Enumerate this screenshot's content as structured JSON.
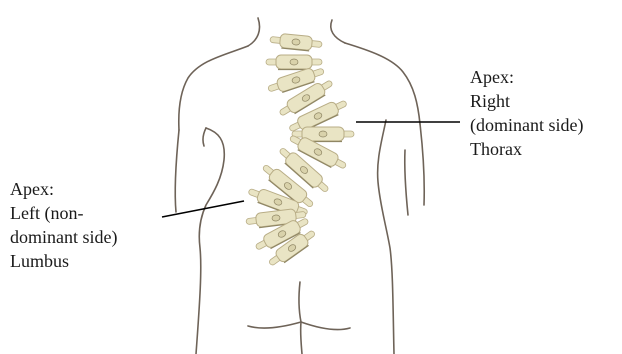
{
  "labels": {
    "right_apex": {
      "lines": [
        "Apex:",
        "Right",
        "(dominant side)",
        "Thorax"
      ]
    },
    "left_apex": {
      "lines": [
        "Apex:",
        "Left (non-",
        "dominant side)",
        "Lumbus"
      ]
    }
  },
  "colors": {
    "outline": "#6e6358",
    "vertebra_fill": "#e9e4c4",
    "vertebra_edge": "#b8ad86",
    "vertebra_shadow": "#8f8664",
    "leader_line": "#000000",
    "text": "#1a1a1a"
  },
  "icons": {
    "spine": "scoliosis-spine-icon",
    "torso": "torso-outline-icon"
  }
}
